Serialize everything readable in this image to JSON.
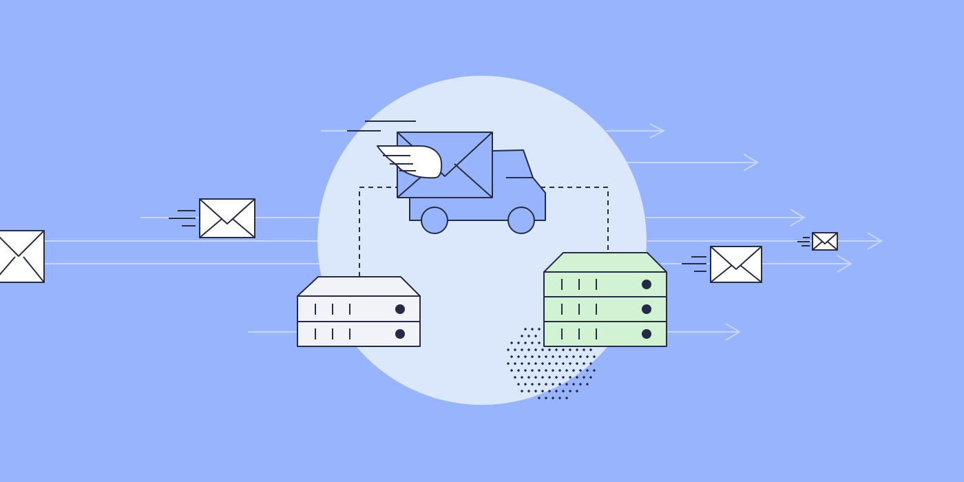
{
  "scene": {
    "subject": "email-delivery-illustration",
    "colors": {
      "background": "#98b4fc",
      "circle": "#dbe7fb",
      "stroke": "#252b45",
      "speed_line": "#c8d6fb",
      "envelope_white": "#ffffff",
      "truck_blue": "#98b4fc",
      "server_left_fill": "#f1f3f9",
      "server_right_fill": "#d1f2d3",
      "dots": "#252b45"
    },
    "icons": {
      "truck": "mail-truck-icon",
      "wing": "wing-icon",
      "envelope": "envelope-icon",
      "server": "server-icon",
      "arrow": "arrow-right-icon"
    },
    "server_left_units": 2,
    "server_right_units": 3
  }
}
